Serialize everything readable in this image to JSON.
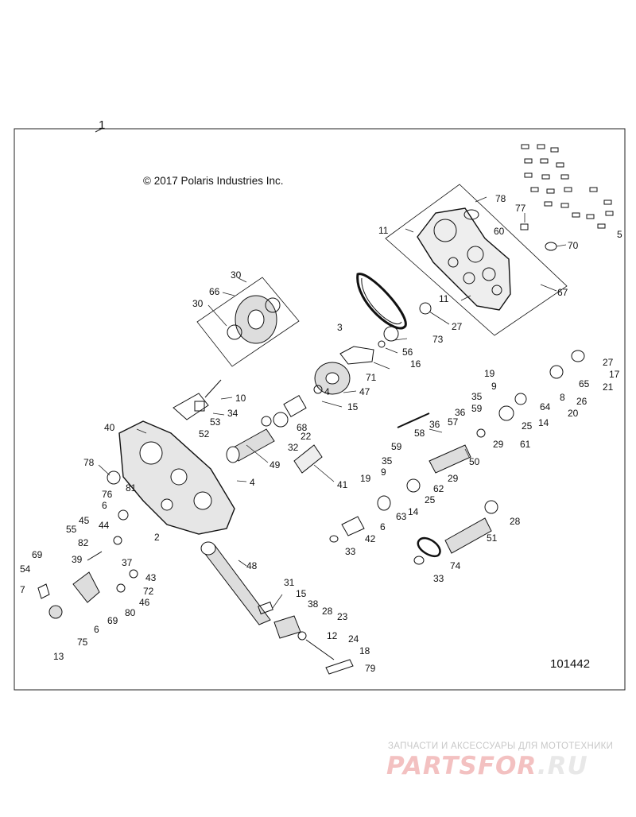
{
  "diagram": {
    "copyright": "© 2017 Polaris Industries Inc.",
    "assembly_number": "1",
    "drawing_number": "101442",
    "labels": {
      "l1": "1",
      "l2": "2",
      "l3": "3",
      "l4a": "4",
      "l4b": "4",
      "l5": "5",
      "l6a": "6",
      "l6b": "6",
      "l6c": "6",
      "l7": "7",
      "l8": "8",
      "l9a": "9",
      "l9b": "9",
      "l10": "10",
      "l11a": "11",
      "l11b": "11",
      "l12": "12",
      "l13": "13",
      "l14a": "14",
      "l14b": "14",
      "l15a": "15",
      "l15b": "15",
      "l16": "16",
      "l17": "17",
      "l18": "18",
      "l19a": "19",
      "l19b": "19",
      "l20": "20",
      "l21": "21",
      "l22": "22",
      "l23": "23",
      "l24": "24",
      "l25a": "25",
      "l25b": "25",
      "l26": "26",
      "l27a": "27",
      "l27b": "27",
      "l28a": "28",
      "l28b": "28",
      "l29a": "29",
      "l29b": "29",
      "l30a": "30",
      "l30b": "30",
      "l31": "31",
      "l32": "32",
      "l33a": "33",
      "l33b": "33",
      "l34": "34",
      "l35a": "35",
      "l35b": "35",
      "l36a": "36",
      "l36b": "36",
      "l37": "37",
      "l38": "38",
      "l39": "39",
      "l40": "40",
      "l41": "41",
      "l42": "42",
      "l43": "43",
      "l44": "44",
      "l45": "45",
      "l46": "46",
      "l47": "47",
      "l48": "48",
      "l49": "49",
      "l50": "50",
      "l51": "51",
      "l52": "52",
      "l53": "53",
      "l54": "54",
      "l55": "55",
      "l56": "56",
      "l57": "57",
      "l58": "58",
      "l59a": "59",
      "l59b": "59",
      "l60": "60",
      "l61": "61",
      "l62": "62",
      "l63": "63",
      "l64": "64",
      "l65": "65",
      "l66": "66",
      "l67": "67",
      "l68": "68",
      "l69a": "69",
      "l69b": "69",
      "l70": "70",
      "l71": "71",
      "l72": "72",
      "l73": "73",
      "l74": "74",
      "l75": "75",
      "l76": "76",
      "l77": "77",
      "l78a": "78",
      "l78b": "78",
      "l79": "79",
      "l80": "80",
      "l81": "81",
      "l82": "82"
    }
  },
  "watermark": {
    "tagline": "ЗАПЧАСТИ И АКСЕССУАРЫ ДЛЯ МОТОТЕХНИКИ",
    "logo_main": "PARTSFOR",
    "logo_suffix": ".RU"
  }
}
